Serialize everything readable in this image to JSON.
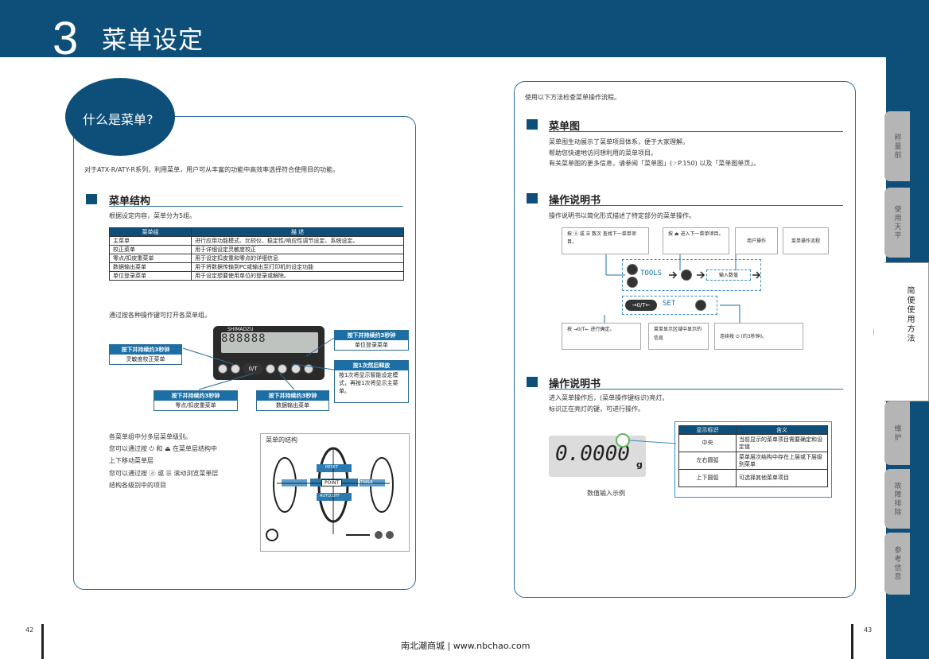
{
  "header": {
    "chapter_num": "3",
    "chapter_title": "菜单设定"
  },
  "tabs": [
    {
      "label": "称量前"
    },
    {
      "label": "使用天平"
    },
    {
      "label": "简便使用方法",
      "active": true
    },
    {
      "label": "维护"
    },
    {
      "label": "故障排除"
    },
    {
      "label": "参考信息"
    }
  ],
  "left": {
    "bubble": "什么是菜单?",
    "intro": "对于ATX-R/ATY-R系列，利用菜单，用户可从丰富的功能中高效率选择符合使用目的功能。",
    "section1_title": "菜单结构",
    "section1_desc": "根据设定内容，菜单分为5组。",
    "table_head": [
      "菜单组",
      "描 述"
    ],
    "table_rows": [
      [
        "主菜单",
        "进行应用功能模式、比较仪、稳定性/响应性调节设定、系统设定。"
      ],
      [
        "校正菜单",
        "用于详细设定灵敏度校正"
      ],
      [
        "零点/扣皮重菜单",
        "用于设定扣皮重和零点的详细信息"
      ],
      [
        "数据输出菜单",
        "用于将数据传输到PC或输出至打印机的设定功能"
      ],
      [
        "单位登录菜单",
        "用于设定想要使用单位的登录或解除。"
      ]
    ],
    "keys_desc": "通过按各种操作键可打开各菜单组。",
    "brand": "SHIMADZU",
    "lcd_text": "888888",
    "callouts": {
      "c1_head": "按下并持续约3秒钟",
      "c1_body": "灵敏度校正菜单",
      "c2_head": "按下并持续约3秒钟",
      "c2_body": "单位登录菜单",
      "c3_head": "按1次然后释放",
      "c3_body": "按1次将显示智能设定模式，再按1次将显示主菜单。",
      "c4_head": "按下并持续约3秒钟",
      "c4_body": "零点/扣皮重菜单",
      "c5_head": "按下并持续约3秒钟",
      "c5_body": "数据输出菜单"
    },
    "levels_text": [
      "各菜单组中分多层菜单级别。",
      "您可以通过按 ⏻ 和 ⏏ 在菜单层结构中",
      "上下移动菜单层",
      "您可以通过按 ⓐ 或 ☰ 滚动浏览菜单层",
      "结构各级别中的项目"
    ],
    "structure_title": "菜单的结构",
    "structure_items": [
      "POINT",
      "RESET",
      "STABLE",
      "AUTO.OFF"
    ]
  },
  "right": {
    "intro": "使用以下方法检查菜单操作流程。",
    "section2_title": "菜单图",
    "section2_lines": [
      "菜单图生动展示了菜单项目体系，便于大家理解。",
      "帮助您快速地访问想利用的菜单项目。",
      "有关菜单图的更多信息，请参阅「菜单图」(☞P.150) 以及「菜单图单页」。"
    ],
    "section3_title": "操作说明书",
    "section3_desc": "操作说明书以简化形式描述了特定部分的菜单操作。",
    "flow": {
      "b1": "按 ⓐ 或 ☰ 数次 查找下一菜单项目。",
      "b2": "按 ⏏ 进入下一菜单项目。",
      "b3": "用户操作",
      "b4": "菜单操作流程",
      "tools": "TOOLS",
      "input": "输入数值",
      "key_0t": "→0/T←",
      "set": "SET",
      "b5": "按 →0/T← 进行确定。",
      "b6": "菜单显示区域中显示的信息",
      "b7": "连续按 ⏻ (约3秒钟)。"
    },
    "section4_title": "操作说明书",
    "section4_lines": [
      "进入菜单操作后，(菜单操作键标识)亮灯。",
      "标识正在亮灯的键，可进行操作。"
    ],
    "lcd_value": "0.0000",
    "lcd_unit": "g",
    "lcd_caption": "数值输入示例",
    "ind_head": [
      "显示标识",
      "含义"
    ],
    "ind_rows": [
      [
        "中央",
        "当前显示的菜单项目需要确定和设定值"
      ],
      [
        "左右圆弧",
        "菜单层次结构中存在上层或下层级别菜单"
      ],
      [
        "上下圆弧",
        "可选择其他菜单项目"
      ]
    ]
  },
  "footer": {
    "left_page": "42",
    "right_page": "43",
    "text": "南北潮商城 | www.nbchao.com"
  },
  "colors": {
    "primary": "#0e4f7a",
    "accent": "#1a6fa6"
  }
}
